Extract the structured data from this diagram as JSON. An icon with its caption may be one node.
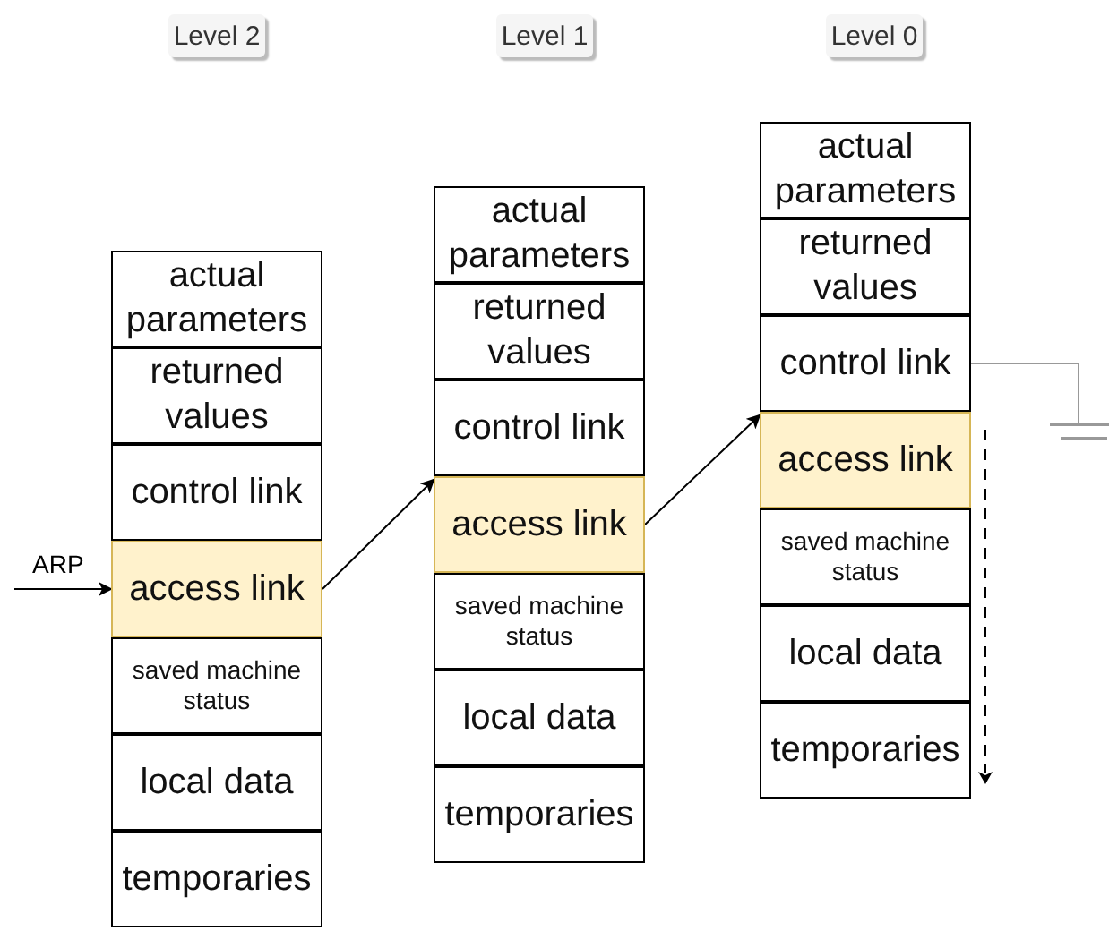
{
  "diagram": {
    "nodes": [
      {
        "text": [
          "actual parameters"
        ]
      },
      {
        "text": [
          "returned values"
        ]
      },
      {
        "text": [
          "control link"
        ]
      },
      {
        "text": [
          "access link"
        ]
      },
      {
        "text": [
          "saved machine status"
        ]
      },
      {
        "text": [
          "local data"
        ]
      },
      {
        "text": [
          "temporaries"
        ]
      },
      {
        "text": [
          "actual parameters"
        ]
      },
      {
        "text": [
          "returned values"
        ]
      },
      {
        "text": [
          "control link"
        ]
      },
      {
        "text": [
          "access link"
        ]
      },
      {
        "text": [
          "saved machine status"
        ]
      },
      {
        "text": [
          "local data"
        ]
      },
      {
        "text": [
          "temporaries"
        ]
      },
      {
        "text": [
          "actual parameters"
        ]
      },
      {
        "text": [
          "returned values"
        ]
      },
      {
        "text": [
          "control link"
        ]
      },
      {
        "text": [
          "access link"
        ]
      },
      {
        "text": [
          "saved machine status"
        ]
      },
      {
        "text": [
          "local data"
        ]
      },
      {
        "text": [
          "temporaries"
        ]
      },
      {
        "text": [],
        "shape": "ground"
      }
    ],
    "edges": [
      {
        "from": null,
        "to": 3,
        "arrow": "to",
        "label": "ARP"
      },
      {
        "from": 3,
        "to": 10,
        "arrow": "to"
      },
      {
        "from": 10,
        "to": 17,
        "arrow": "to"
      },
      {
        "from": 16,
        "to": 21,
        "arrow": "none",
        "color": "#999999"
      }
    ],
    "labels": [
      "Level 2",
      "Level 1",
      "Level 0"
    ]
  }
}
